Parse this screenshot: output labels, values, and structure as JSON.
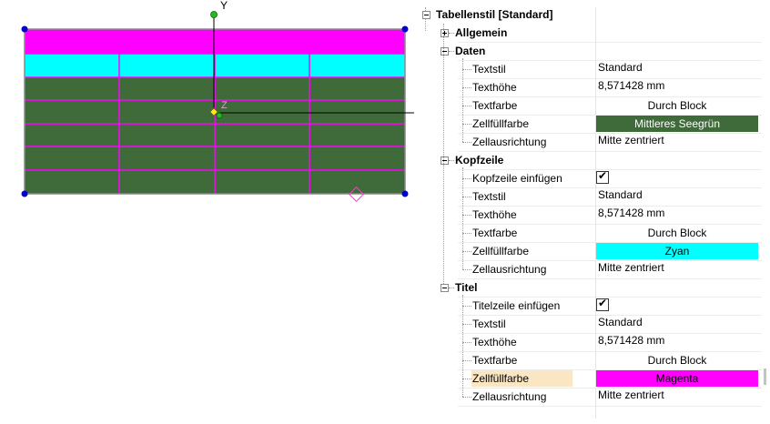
{
  "drawing": {
    "y_axis_label": "Y",
    "z_axis_label": "Z",
    "colors": {
      "title_row": "#ff00ff",
      "header_row": "#00ffff",
      "data_rows": "#3f6b3a",
      "grid_lines": "#ff00ff",
      "outline": "#8a8a8a",
      "grip": "#0000cc",
      "axis_y": "#00aa00"
    }
  },
  "properties": {
    "root": {
      "label": "Tabellenstil [Standard]"
    },
    "sections": [
      {
        "label": "Allgemein",
        "expanded": false,
        "rows": []
      },
      {
        "label": "Daten",
        "expanded": true,
        "rows": [
          {
            "name": "Textstil",
            "value": "Standard"
          },
          {
            "name": "Texthöhe",
            "value": "8,571428 mm"
          },
          {
            "name": "Textfarbe",
            "value": "Durch Block"
          },
          {
            "name": "Zellfüllfarbe",
            "value": "Mittleres Seegrün",
            "swatch": "#3f6b3a",
            "text_color": "#ffffff"
          },
          {
            "name": "Zellausrichtung",
            "value": "Mitte zentriert"
          }
        ]
      },
      {
        "label": "Kopfzeile",
        "expanded": true,
        "rows": [
          {
            "name": "Kopfzeile einfügen",
            "checkbox": true,
            "check_mark": "✔"
          },
          {
            "name": "Textstil",
            "value": "Standard"
          },
          {
            "name": "Texthöhe",
            "value": "8,571428 mm"
          },
          {
            "name": "Textfarbe",
            "value": "Durch Block"
          },
          {
            "name": "Zellfüllfarbe",
            "value": "Zyan",
            "swatch": "#00ffff",
            "text_color": "#000000"
          },
          {
            "name": "Zellausrichtung",
            "value": "Mitte zentriert"
          }
        ]
      },
      {
        "label": "Titel",
        "expanded": true,
        "rows": [
          {
            "name": "Titelzeile einfügen",
            "checkbox": true,
            "check_mark": "✔"
          },
          {
            "name": "Textstil",
            "value": "Standard"
          },
          {
            "name": "Texthöhe",
            "value": "8,571428 mm"
          },
          {
            "name": "Textfarbe",
            "value": "Durch Block"
          },
          {
            "name": "Zellfüllfarbe",
            "value": "Magenta",
            "swatch": "#ff00ff",
            "text_color": "#000000",
            "selected": true
          },
          {
            "name": "Zellausrichtung",
            "value": "Mitte zentriert"
          }
        ]
      }
    ]
  }
}
